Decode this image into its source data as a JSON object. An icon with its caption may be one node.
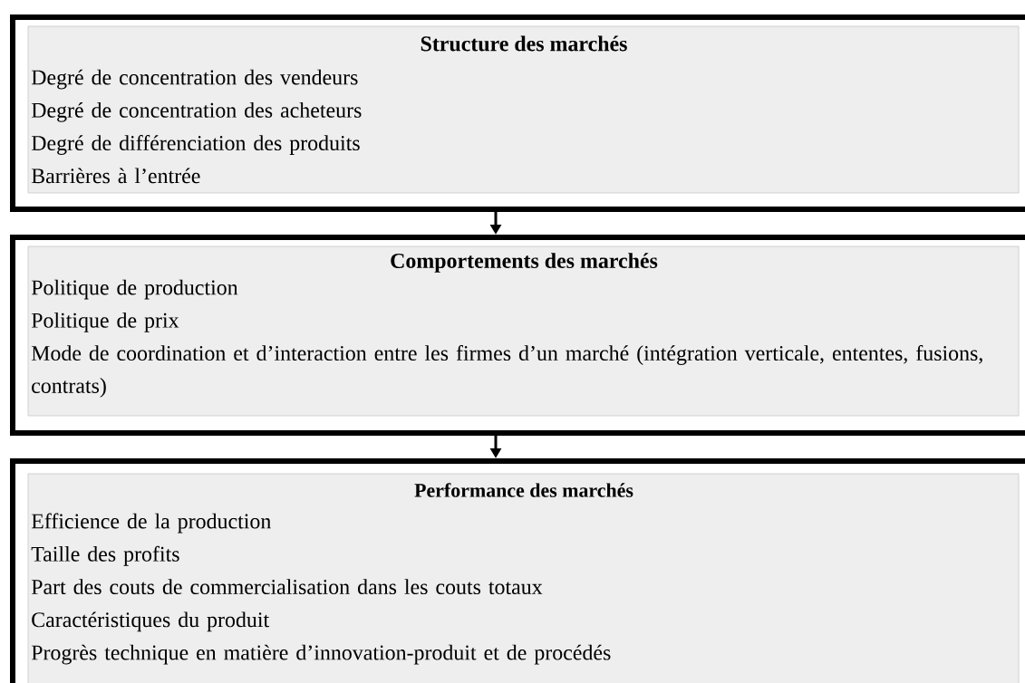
{
  "diagram": {
    "nodes": [
      {
        "text": [
          "Structure des marchés",
          "Degré de concentration des vendeurs",
          "Degré de concentration des acheteurs",
          "Degré de différenciation des produits",
          "Barrières à l’entrée"
        ]
      },
      {
        "text": [
          "Comportements des marchés",
          "Politique de production",
          "Politique de prix",
          "Mode de coordination et d’interaction entre les firmes d’un marché (intégration verticale, ententes, fusions, contrats)"
        ]
      },
      {
        "text": [
          "Performance des marchés",
          "Efficience de la production",
          "Taille des profits",
          "Part des couts de commercialisation dans les couts totaux",
          "Caractéristiques du produit",
          "Progrès technique en matière d’innovation-produit et de procédés"
        ]
      }
    ],
    "edges": [
      {
        "from": 0,
        "to": 1,
        "arrow": "to"
      },
      {
        "from": 1,
        "to": 2,
        "arrow": "to"
      }
    ]
  }
}
